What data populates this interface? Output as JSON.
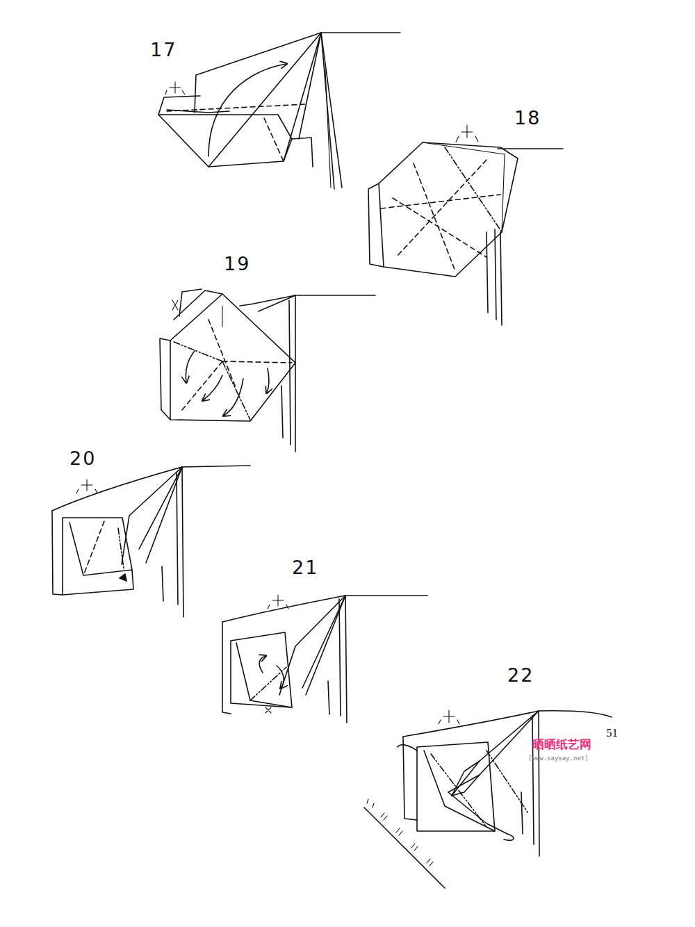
{
  "diagram": {
    "labels": [
      "17",
      "18",
      "19",
      "20",
      "21",
      "22",
      "51",
      "晒晒纸艺网",
      "[www.saysay.net]"
    ]
  }
}
